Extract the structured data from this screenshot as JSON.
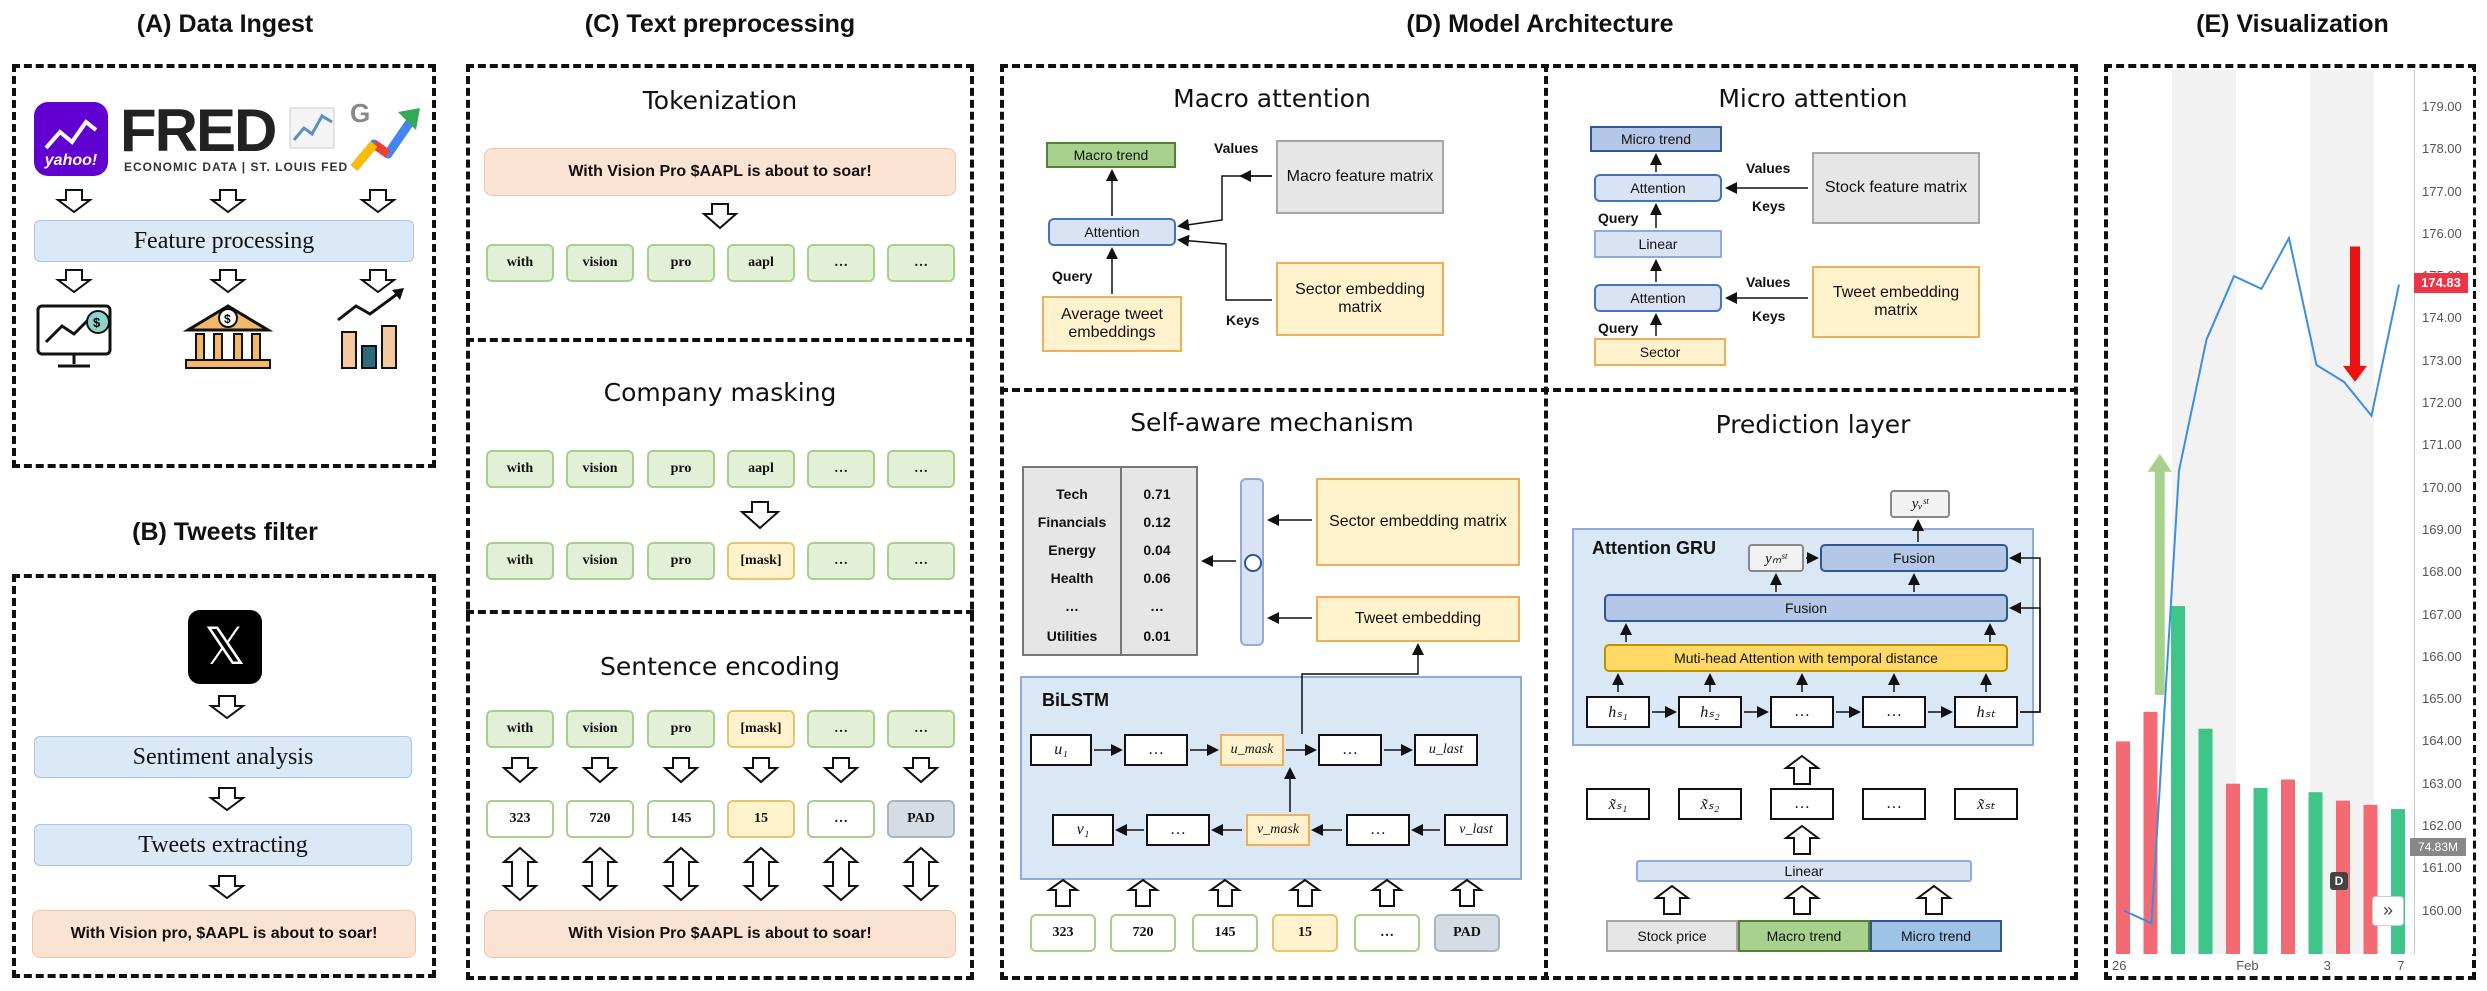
{
  "panels": {
    "a": "(A) Data Ingest",
    "b": "(B) Tweets filter",
    "c": "(C) Text preprocessing",
    "d": "(D) Model Architecture",
    "e": "(E) Visualization"
  },
  "ingest": {
    "yahoo_logo": "yahoo!",
    "fred_logo": "FRED",
    "fred_sub": "ECONOMIC DATA  |  ST. LOUIS FED",
    "google_logo": "G",
    "feature_processing": "Feature processing",
    "icons": [
      "monitor-chart-icon",
      "bank-icon",
      "bar-growth-icon"
    ]
  },
  "tweets": {
    "x_logo": "𝕏",
    "sentiment": "Sentiment analysis",
    "extracting": "Tweets extracting",
    "example": "With Vision pro, $AAPL is about to soar!"
  },
  "text": {
    "tokenization": "Tokenization",
    "sentence": "With Vision Pro $AAPL is about to soar!",
    "tokens": [
      "with",
      "vision",
      "pro",
      "aapl",
      "…",
      "…"
    ],
    "masking": "Company masking",
    "masked_tokens": [
      "with",
      "vision",
      "pro",
      "[mask]",
      "…",
      "…"
    ],
    "encoding": "Sentence encoding",
    "ids": [
      "323",
      "720",
      "145",
      "15",
      "…",
      "PAD"
    ]
  },
  "macro": {
    "title": "Macro attention",
    "trend": "Macro trend",
    "attention": "Attention",
    "values": "Values",
    "keys": "Keys",
    "query": "Query",
    "feature_matrix": "Macro feature matrix",
    "sector_matrix": "Sector embedding matrix",
    "avg_tweet": "Average tweet embeddings"
  },
  "micro": {
    "title": "Micro attention",
    "trend": "Micro trend",
    "attention": "Attention",
    "linear": "Linear",
    "sector": "Sector",
    "values": "Values",
    "keys": "Keys",
    "query": "Query",
    "stock_matrix": "Stock feature matrix",
    "tweet_matrix": "Tweet embedding matrix"
  },
  "self_aware": {
    "title": "Self-aware mechanism",
    "table": [
      {
        "sector": "Tech",
        "value": "0.71"
      },
      {
        "sector": "Financials",
        "value": "0.12"
      },
      {
        "sector": "Energy",
        "value": "0.04"
      },
      {
        "sector": "Health",
        "value": "0.06"
      },
      {
        "sector": "…",
        "value": "…"
      },
      {
        "sector": "Utilities",
        "value": "0.01"
      }
    ],
    "sector_matrix": "Sector embedding matrix",
    "tweet_embedding": "Tweet embedding",
    "bilstm": "BiLSTM",
    "u_row": [
      "u₁",
      "…",
      "u_mask",
      "…",
      "u_last"
    ],
    "v_row": [
      "v₁",
      "…",
      "v_mask",
      "…",
      "v_last"
    ],
    "ids": [
      "323",
      "720",
      "145",
      "15",
      "…",
      "PAD"
    ]
  },
  "prediction": {
    "title": "Prediction layer",
    "gru_label": "Attention GRU",
    "y_v": "yᵥˢᵗ",
    "y_m": "yₘˢᵗ",
    "fusion": "Fusion",
    "mha": "Muti-head Attention with temporal distance",
    "h_row": [
      "hₛ₁",
      "hₛ₂",
      "…",
      "…",
      "hₛₜ"
    ],
    "x_row": [
      "x̃ₛ₁",
      "x̃ₛ₂",
      "…",
      "…",
      "x̃ₛₜ"
    ],
    "linear": "Linear",
    "stock_price": "Stock price",
    "macro_trend": "Macro trend",
    "micro_trend": "Micro trend"
  },
  "chart_data": {
    "type": "line",
    "title": "",
    "ylim": [
      159.4,
      179.4
    ],
    "y_ticks": [
      "179.00",
      "178.00",
      "177.00",
      "176.00",
      "175.00",
      "174.00",
      "173.00",
      "172.00",
      "171.00",
      "170.00",
      "169.00",
      "168.00",
      "167.00",
      "166.00",
      "165.00",
      "164.00",
      "163.00",
      "162.00",
      "161.00",
      "160.00"
    ],
    "x_ticks": [
      "26",
      "Feb",
      "3",
      "7"
    ],
    "price_label": "174.83",
    "volume_label": "74.83M",
    "badge_d": "D",
    "nav_button": "»",
    "line": [
      {
        "x": 0,
        "y": 160.0
      },
      {
        "x": 1,
        "y": 159.7
      },
      {
        "x": 2,
        "y": 170.4
      },
      {
        "x": 3,
        "y": 173.5
      },
      {
        "x": 4,
        "y": 175.0
      },
      {
        "x": 5,
        "y": 174.7
      },
      {
        "x": 6,
        "y": 175.9
      },
      {
        "x": 7,
        "y": 172.9
      },
      {
        "x": 8,
        "y": 172.5
      },
      {
        "x": 9,
        "y": 171.7
      },
      {
        "x": 10,
        "y": 174.8
      }
    ],
    "volume_bars": [
      {
        "x": 0,
        "value": 164.0,
        "color": "red"
      },
      {
        "x": 1,
        "value": 164.7,
        "color": "red"
      },
      {
        "x": 2,
        "value": 167.2,
        "color": "green"
      },
      {
        "x": 3,
        "value": 164.3,
        "color": "green"
      },
      {
        "x": 4,
        "value": 163.0,
        "color": "red"
      },
      {
        "x": 5,
        "value": 162.9,
        "color": "green"
      },
      {
        "x": 6,
        "value": 163.1,
        "color": "red"
      },
      {
        "x": 7,
        "value": 162.8,
        "color": "green"
      },
      {
        "x": 8,
        "value": 162.6,
        "color": "red"
      },
      {
        "x": 9,
        "value": 162.5,
        "color": "red"
      },
      {
        "x": 10,
        "value": 162.4,
        "color": "green"
      }
    ],
    "up_arrow": {
      "from": 165.1,
      "to": 170.8
    },
    "down_arrow": {
      "from": 175.7,
      "to": 172.5
    },
    "colors": {
      "line": "#3c8de4",
      "red": "#f46a72",
      "green": "#3fc48a",
      "up_arrow": "#a9d18e",
      "down_arrow": "#ee1111",
      "price_tag": "#ee3344"
    }
  }
}
